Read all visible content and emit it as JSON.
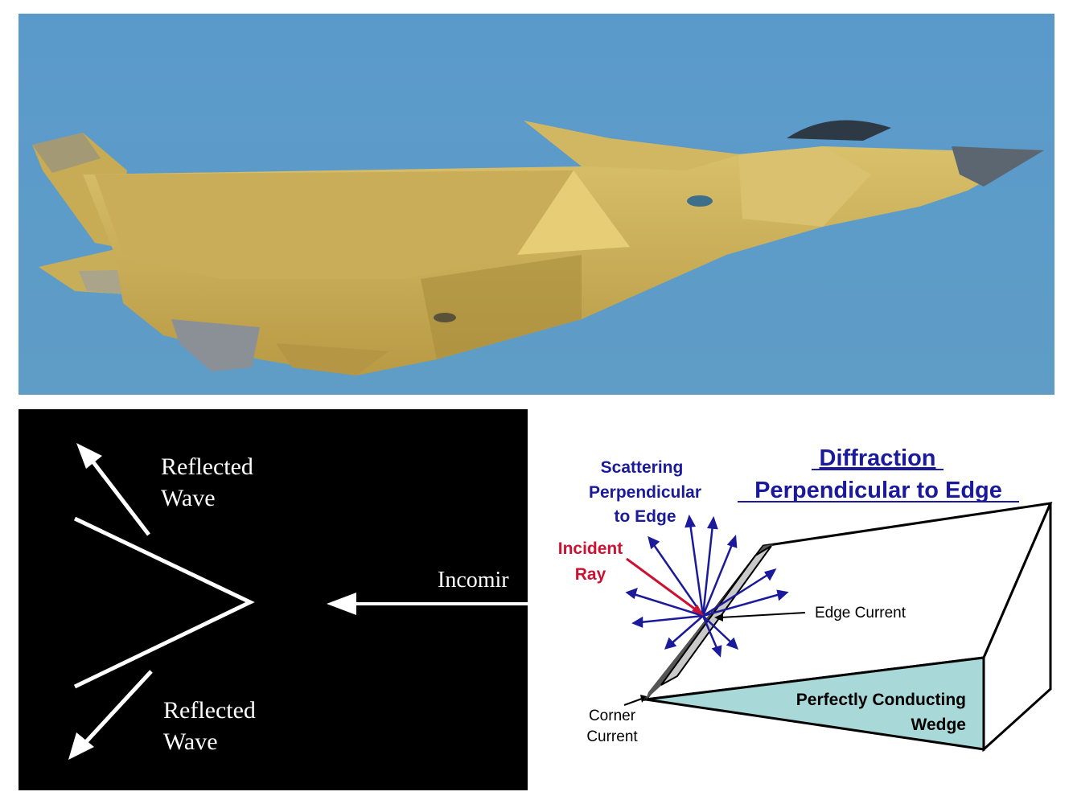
{
  "photo": {
    "subject": "stealth fighter jet in flight",
    "colors": {
      "sky": "#5b9bc9",
      "airframe": "#d4b961",
      "nose": "#5c6670"
    }
  },
  "reflection_panel": {
    "reflected_top": [
      "Reflected",
      "Wave"
    ],
    "reflected_bottom": [
      "Reflected",
      "Wave"
    ],
    "incoming_text": "Incomir"
  },
  "diffraction_panel": {
    "title_line1": "Diffraction",
    "title_line2": "Perpendicular to Edge",
    "scattering_line1": "Scattering",
    "scattering_line2": "Perpendicular",
    "scattering_line3": "to Edge",
    "incident_line1": "Incident",
    "incident_line2": "Ray",
    "edge_current": "Edge Current",
    "corner_line1": "Corner",
    "corner_line2": "Current",
    "wedge_line1": "Perfectly Conducting",
    "wedge_line2": "Wedge",
    "colors": {
      "title": "#1a1a9a",
      "incident": "#cc1133",
      "rays": "#1a1a9a",
      "wedge_face": "#a8d8d8"
    }
  }
}
